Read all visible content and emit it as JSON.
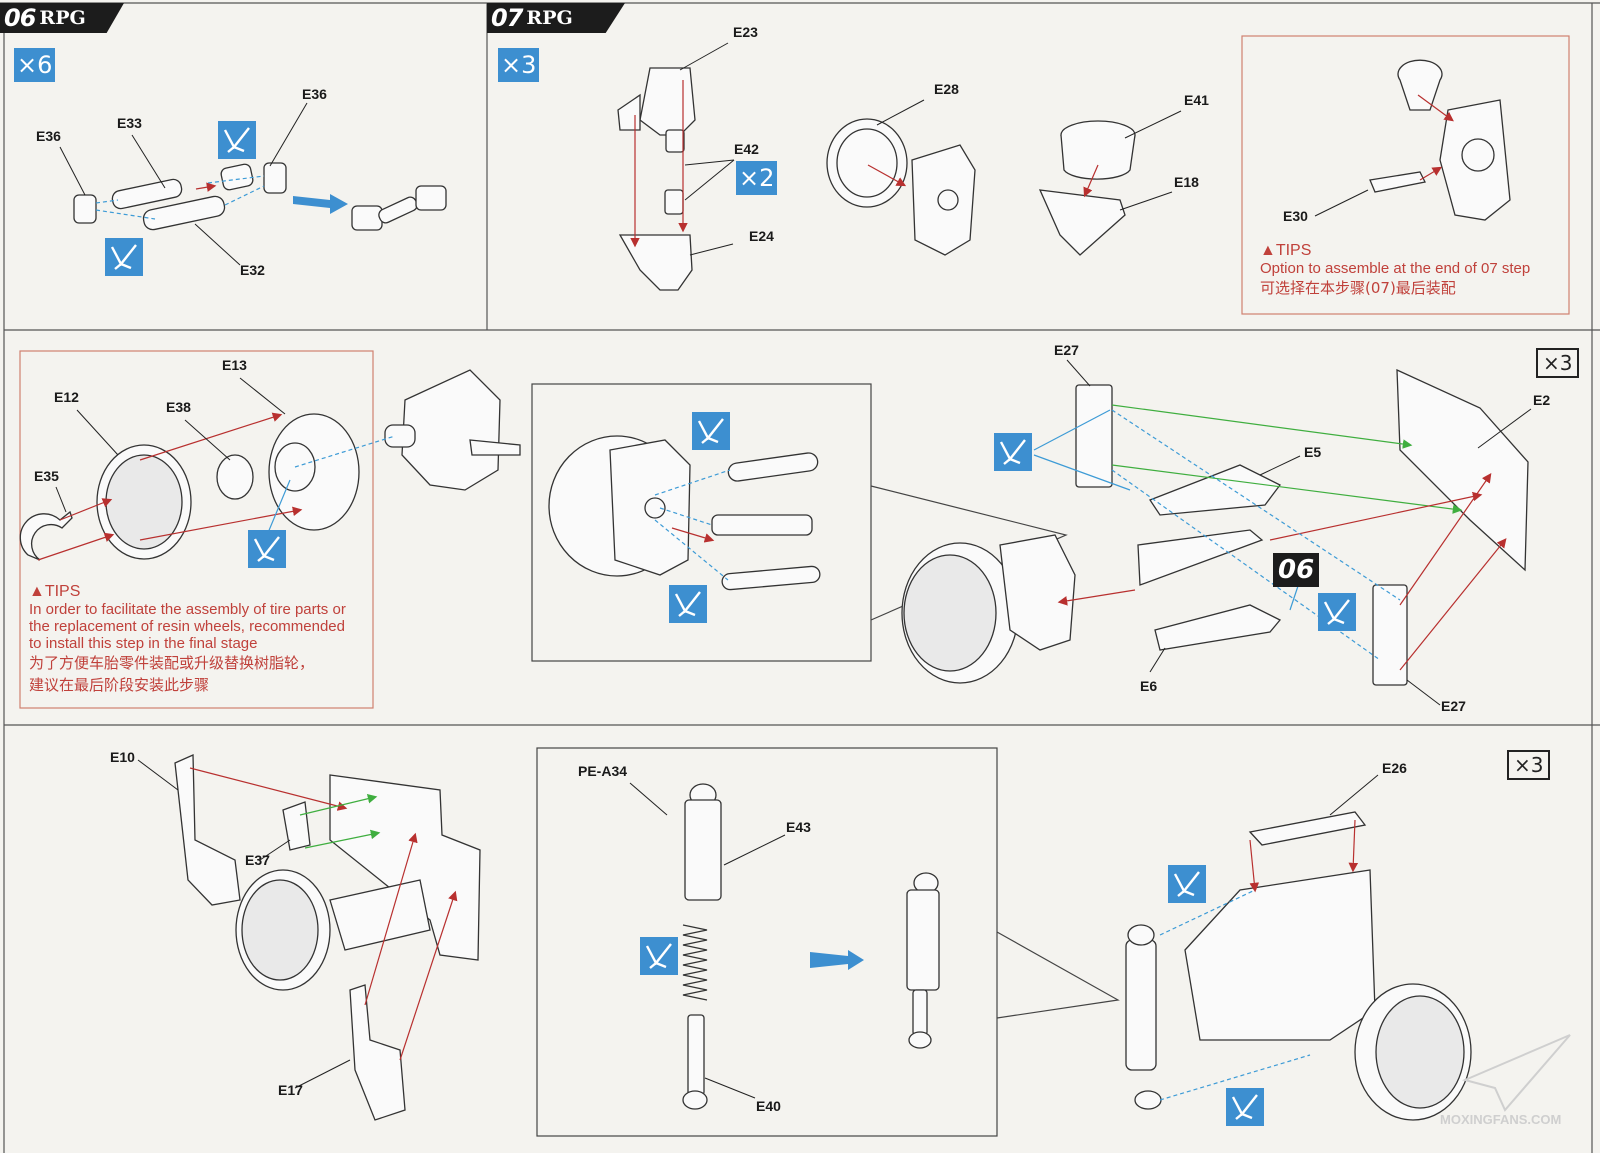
{
  "steps": {
    "s06": {
      "num": "06",
      "brand": "RPG",
      "qty": "×6"
    },
    "s07": {
      "num": "07",
      "brand": "RPG",
      "qty": "×3"
    }
  },
  "labels": {
    "E36a": "E36",
    "E33": "E33",
    "E36b": "E36",
    "E32": "E32",
    "E23": "E23",
    "E42": "E42",
    "E42qty": "×2",
    "E24": "E24",
    "E28": "E28",
    "E41": "E41",
    "E18": "E18",
    "E30": "E30",
    "E13": "E13",
    "E12": "E12",
    "E38": "E38",
    "E35": "E35",
    "E27a": "E27",
    "E2": "E2",
    "E5": "E5",
    "E6": "E6",
    "E27b": "E27",
    "E10": "E10",
    "E37": "E37",
    "E17": "E17",
    "PEA34": "PE-A34",
    "E43": "E43",
    "E40": "E40",
    "E26": "E26"
  },
  "qty": {
    "mid_right": "×3",
    "bottom_right": "×3"
  },
  "inline_step": "06",
  "tips07": {
    "title": "▲TIPS",
    "line1": "Option to assemble at the end of 07 step",
    "line2": "可选择在本步骤(07)最后装配"
  },
  "tipsWheel": {
    "title": "▲TIPS",
    "line1": "In order to facilitate the assembly of tire parts or",
    "line2": "the replacement of resin wheels, recommended",
    "line3": "to install this step in the final stage",
    "line4": "为了方便车胎零件装配或升级替换树脂轮，",
    "line5": "建议在最后阶段安装此步骤"
  },
  "watermark": "MOXINGFANS.COM",
  "colors": {
    "glue_blue": "#3d8fd0",
    "tips_red": "#c0413b",
    "arrow_red": "#b8302f",
    "arrow_green": "#3fae3f",
    "dash_blue": "#3d9bd6"
  }
}
